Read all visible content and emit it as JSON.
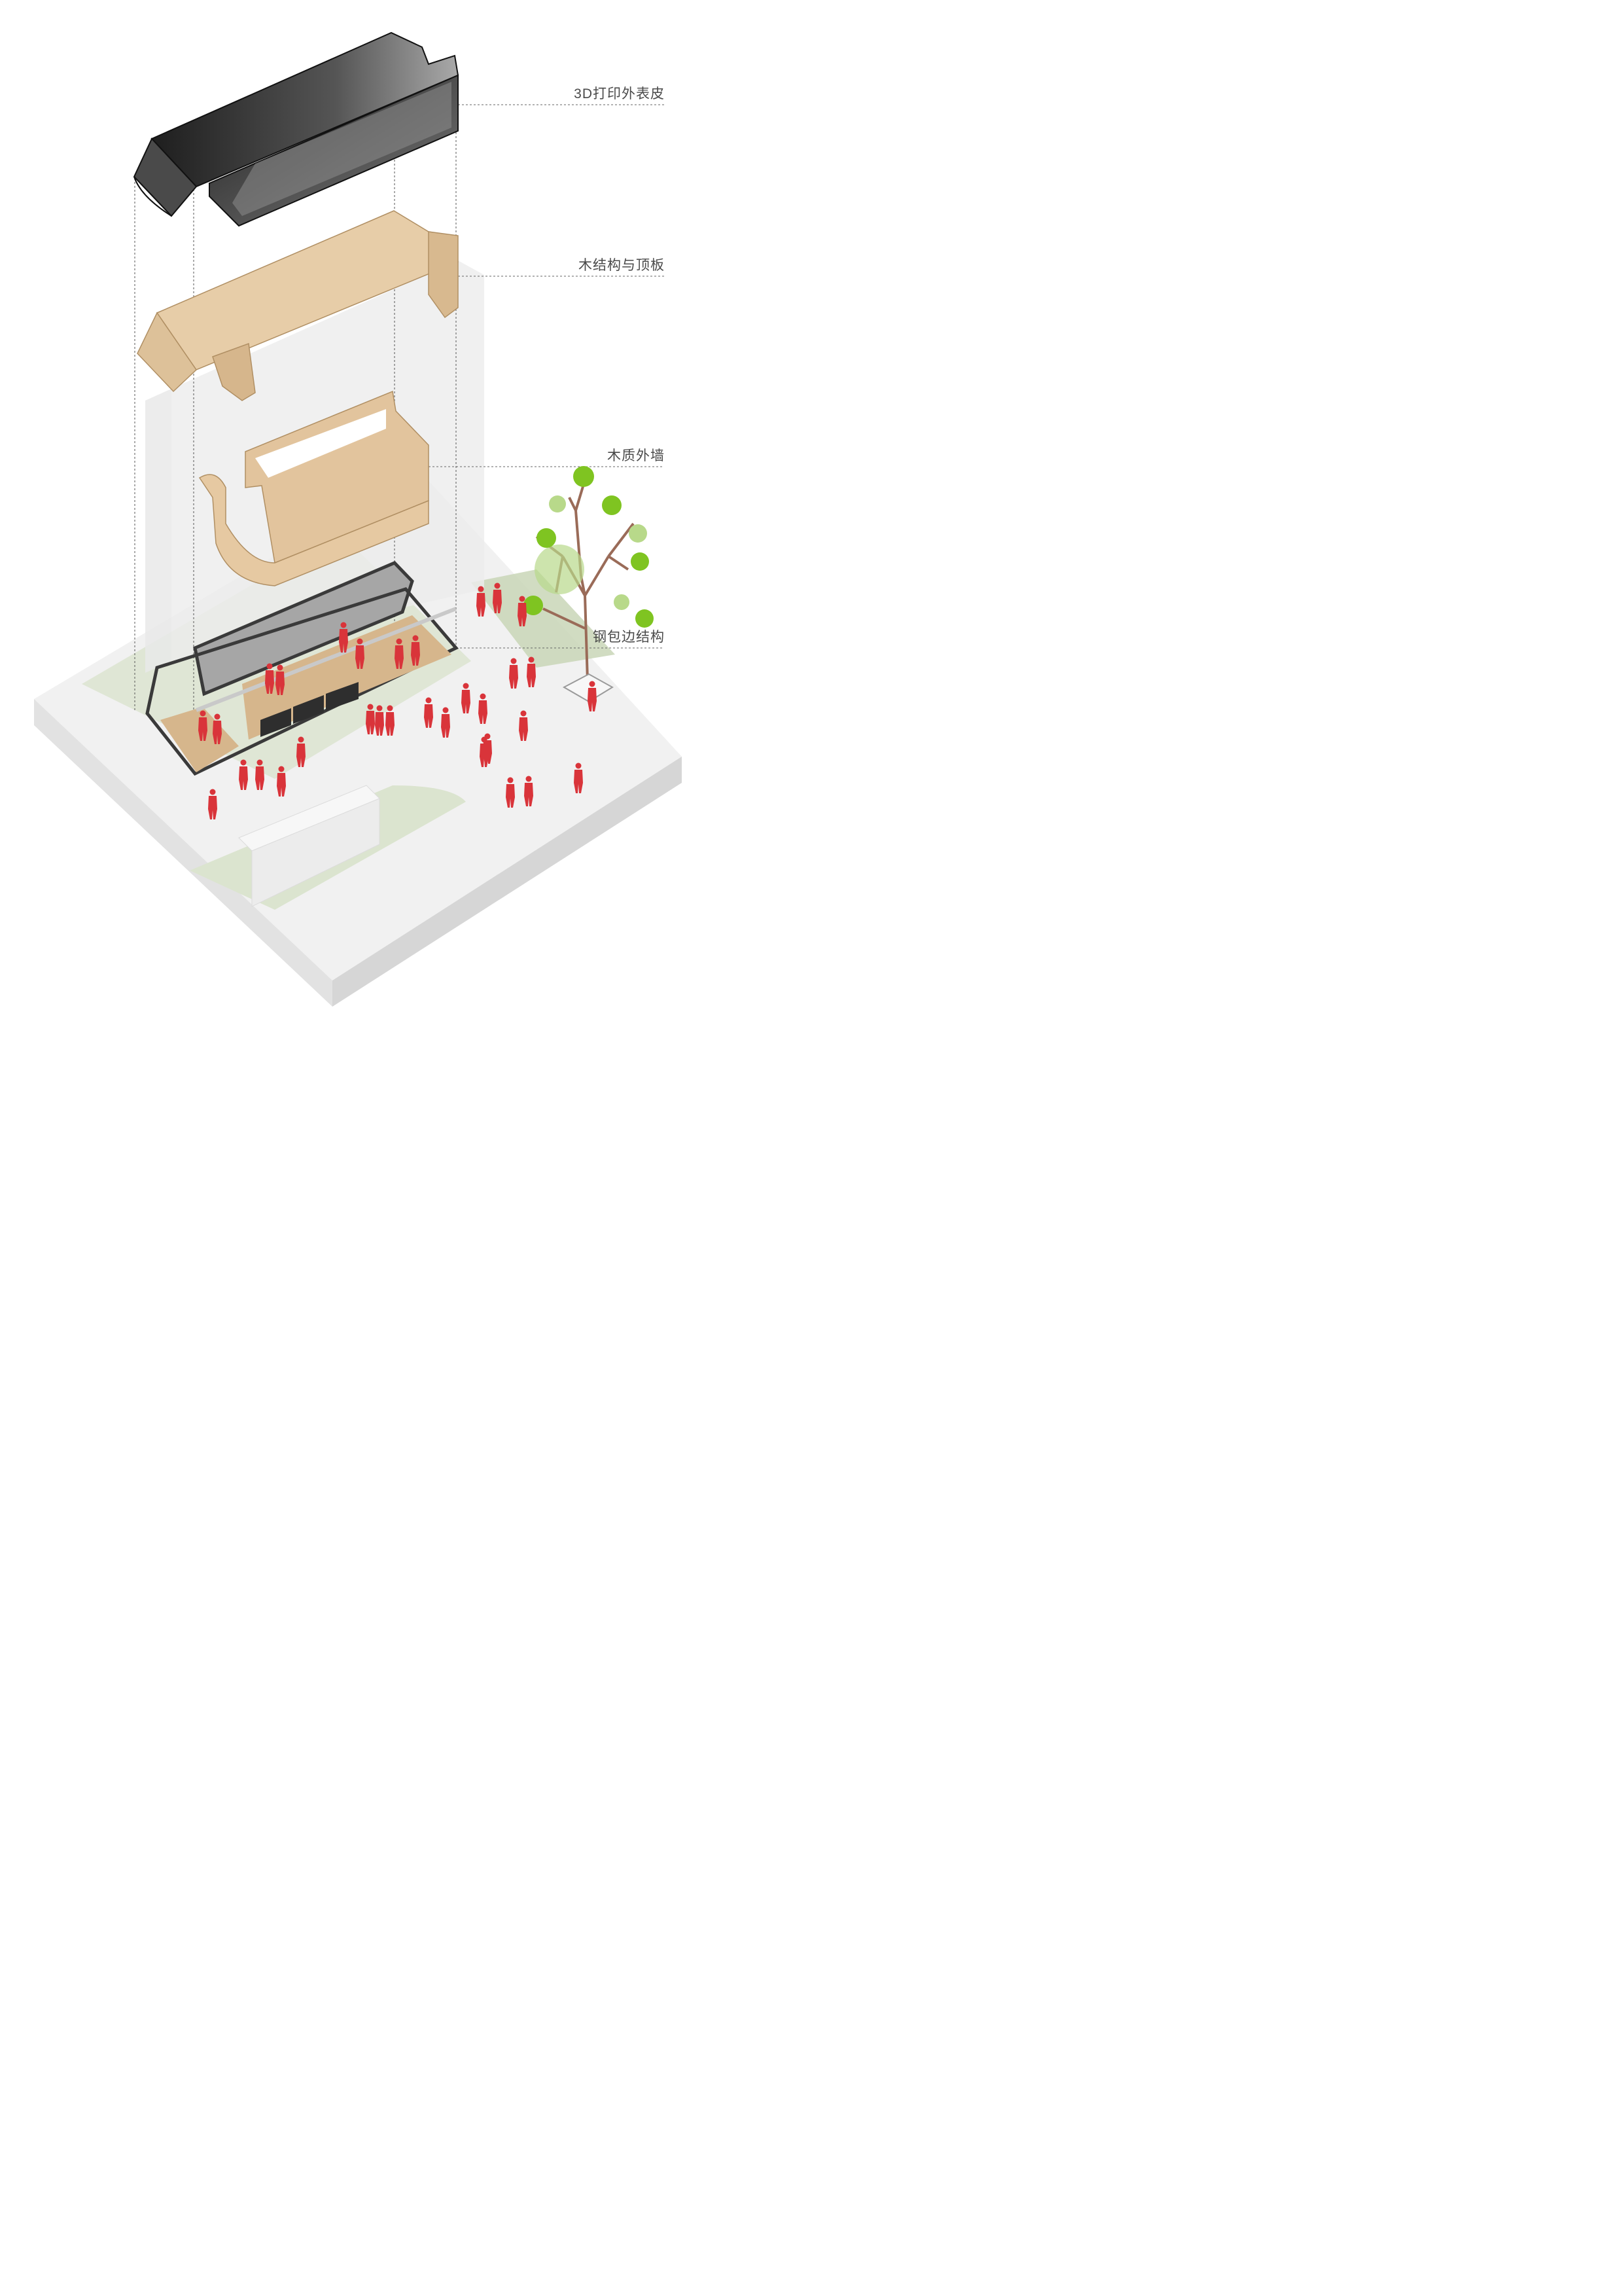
{
  "layers": [
    {
      "id": "skin",
      "label": "3D打印外表皮"
    },
    {
      "id": "wood-roof",
      "label": "木结构与顶板"
    },
    {
      "id": "wood-wall",
      "label": "木质外墙"
    },
    {
      "id": "steel",
      "label": "钢包边结构"
    }
  ],
  "colors": {
    "wood": "#e3c7a1",
    "wood_dark": "#c9a77b",
    "skin_dark": "#2f2f2f",
    "steel": "#3a3a3a",
    "plaza": "#f1f1f1",
    "grass": "#d9e2cc",
    "people": "#d9343a",
    "tree_trunk": "#9a6b58",
    "foliage": "#7fc421",
    "foliage_light": "#b8d98a"
  }
}
